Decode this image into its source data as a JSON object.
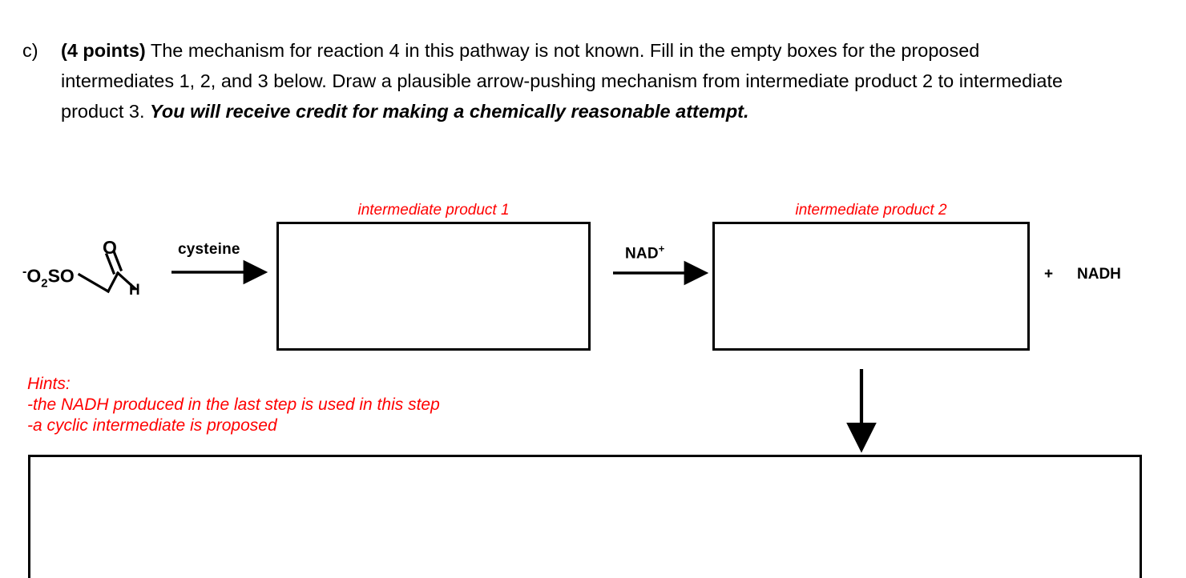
{
  "question": {
    "marker": "c)",
    "points_label": "(4 points)",
    "text_part_1": " The mechanism for reaction 4 in this pathway is not known. Fill in the empty boxes for the proposed intermediates 1, 2, and 3 below. Draw a plausible arrow-pushing mechanism from intermediate product 2 to intermediate product 3. ",
    "text_emphasis": "You will receive credit for making a chemically reasonable attempt."
  },
  "scheme": {
    "starting_material": {
      "sulfonate_label": "O",
      "sulfonate_sub": "2",
      "sulfonate_rest": "SO",
      "minus_charge": "-",
      "carbonyl_oxygen": "O",
      "aldehyde_hydrogen": "H"
    },
    "reagent_1": {
      "label": "cysteine",
      "arrow": "right-arrow"
    },
    "reagent_2": {
      "label": "NAD",
      "superscript": "+",
      "arrow": "right-arrow"
    },
    "box_1_label": "intermediate product 1",
    "box_2_label": "intermediate product 2",
    "byproduct": {
      "plus": "+",
      "label": "NADH"
    },
    "down_arrow": "down-arrow",
    "box_3_label": ""
  },
  "hints": {
    "title": "Hints:",
    "line_1": "-the NADH produced in the last step is used in this step",
    "line_2": "-a cyclic intermediate is proposed"
  },
  "colors": {
    "red": "#ff0000",
    "black": "#000000",
    "background": "#ffffff"
  }
}
